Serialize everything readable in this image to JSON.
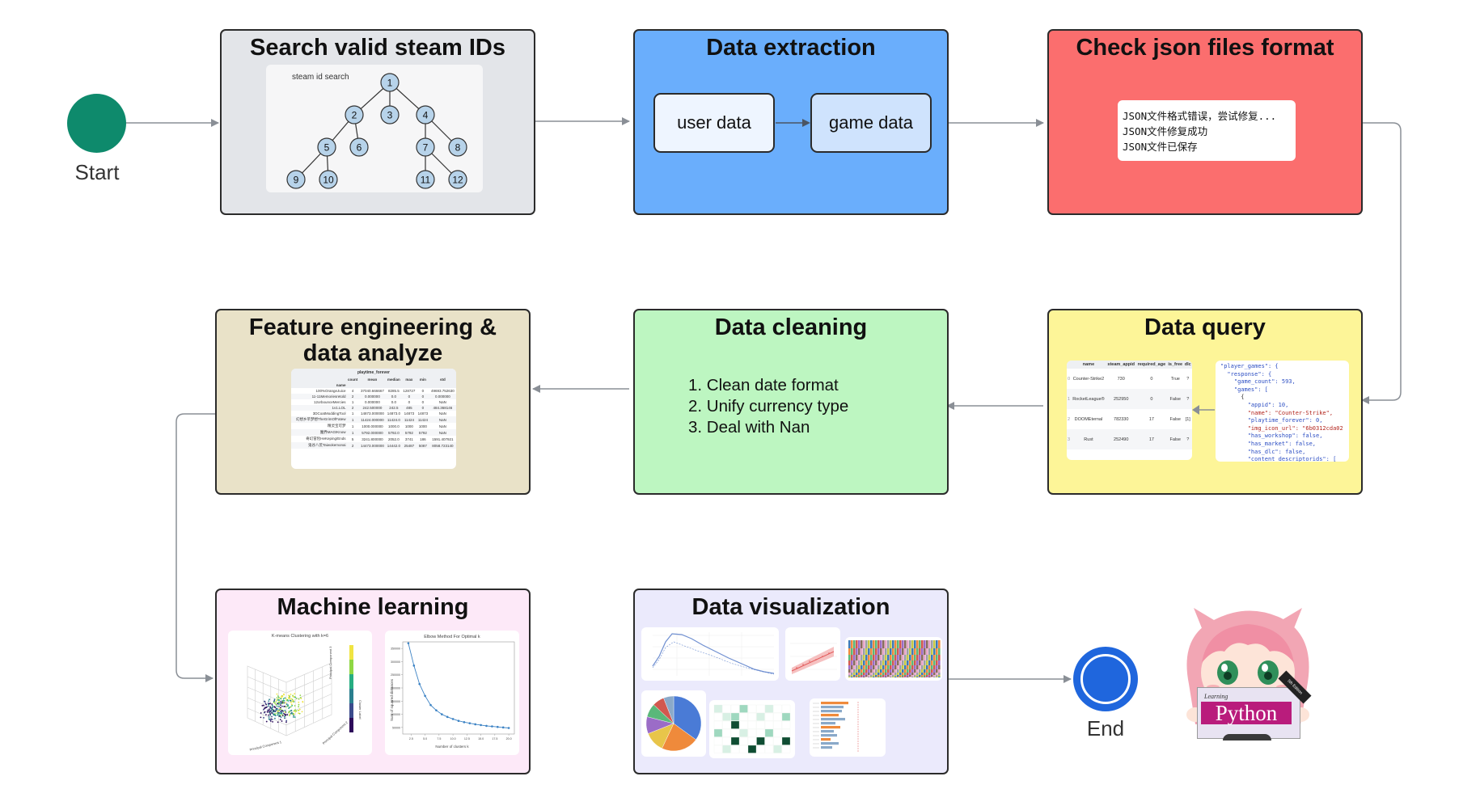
{
  "start": {
    "label": "Start",
    "color": "#0e8a6c"
  },
  "end": {
    "label": "End",
    "color": "#1f66dd"
  },
  "steps": {
    "search": {
      "title": "Search valid steam IDs",
      "tree_caption": "steam id search",
      "nodes": [
        "1",
        "2",
        "3",
        "4",
        "5",
        "6",
        "7",
        "8",
        "9",
        "10",
        "11",
        "12"
      ],
      "fill": "#e3e5e9"
    },
    "extraction": {
      "title": "Data extraction",
      "user": "user data",
      "game": "game data",
      "fill": "#6aaefc"
    },
    "check": {
      "title": "Check json files format",
      "lines": [
        "JSON文件格式错误，尝试修复...",
        "JSON文件修复成功",
        "JSON文件已保存"
      ],
      "fill": "#fb6e6e"
    },
    "query": {
      "title": "Data query",
      "table_headers": [
        "name",
        "steam_appid",
        "required_age",
        "is_free",
        "dlc"
      ],
      "table_rows": [
        [
          "Counter-Strike2",
          "730",
          "0",
          "True",
          "?"
        ],
        [
          "RocketLeague®",
          "252950",
          "0",
          "False",
          "?"
        ],
        [
          "DOOMEternal",
          "782330",
          "17",
          "False",
          "[1]"
        ],
        [
          "Rust",
          "252490",
          "17",
          "False",
          "?"
        ]
      ],
      "json_lines": [
        "\"player_games\": {",
        "  \"response\": {",
        "    \"game_count\": 593,",
        "    \"games\": [",
        "      {",
        "        \"appid\": 10,",
        "        \"name\": \"Counter-Strike\",",
        "        \"playtime_forever\": 0,",
        "        \"img_icon_url\": \"6b0312cda02",
        "        \"has_workshop\": false,",
        "        \"has_market\": false,",
        "        \"has_dlc\": false,",
        "        \"content_descriptorids\": ["
      ],
      "fill": "#fdf598"
    },
    "cleaning": {
      "title": "Data cleaning",
      "items": [
        "Clean date format",
        "Unify currency type",
        "Deal with Nan"
      ],
      "fill": "#bdf6c1"
    },
    "feature": {
      "title_line1": "Feature engineering &",
      "title_line2": "data analyze",
      "table_title": "playtime_forever",
      "table_headers": [
        "count",
        "mean",
        "median",
        "max",
        "min",
        "std"
      ],
      "index_label": "name",
      "rows": [
        [
          "100%OrangeJuice",
          "4",
          "37040.666667",
          "8285.5",
          "128727",
          "0",
          "49693.752630"
        ],
        [
          "11-11Memoriesretold",
          "2",
          "0.000000",
          "0.0",
          "0",
          "0",
          "0.000000"
        ],
        [
          "12orbounceMercies",
          "1",
          "0.000000",
          "0.0",
          "0",
          "0",
          "NaN"
        ],
        [
          "1v1.LOL",
          "2",
          "242.500000",
          "242.5",
          "485",
          "0",
          "484.368146"
        ],
        [
          "3DCoatModdingTool",
          "1",
          "14873.000000",
          "14873.0",
          "14873",
          "14873",
          "NaN"
        ],
        [
          "幻想乡萃梦想TheGrimOfFatew",
          "1",
          "11424.000000",
          "11424.0",
          "11424",
          "11424",
          "NaN"
        ],
        [
          "精灵宝可梦",
          "1",
          "1000.000000",
          "1000.0",
          "1000",
          "1000",
          "NaN"
        ],
        [
          "魔界MAGIKnow",
          "1",
          "5792.000000",
          "5792.0",
          "5792",
          "5792",
          "NaN"
        ],
        [
          "奇幻冒险HeKeping/Ends",
          "5",
          "3241.800000",
          "2052.0",
          "3741",
          "186",
          "1591.407921"
        ],
        [
          "鬼谷八荒Taiwokemonai",
          "2",
          "14473.000000",
          "14442.0",
          "25487",
          "5087",
          "8058.723140"
        ]
      ],
      "fill": "#e9e2c8"
    },
    "ml": {
      "title": "Machine learning",
      "plot1_title": "K-means Clustering with k=6",
      "plot1_axis_label": "Principal Component 3",
      "plot1_x_label": "Principal Component 1",
      "plot1_y_label": "Principal Component 2",
      "plot2_title": "Elbow Method For Optimal k",
      "plot2_xlabel": "Number of clusters k",
      "plot2_ylabel": "Sum of squared distances",
      "plot2_yticks": [
        "350000",
        "300000",
        "250000",
        "200000",
        "150000",
        "100000",
        "50000"
      ],
      "plot2_xticks": [
        "2.5",
        "5.0",
        "7.5",
        "10.0",
        "12.5",
        "15.0",
        "17.5",
        "20.0"
      ],
      "plot3d_colorbar_label": "Cluster Label",
      "fill": "#fde9f8"
    },
    "viz": {
      "title": "Data visualization",
      "fill": "#ebeafc"
    }
  },
  "python_book": {
    "label": "Python",
    "subtitle": "Learning",
    "banner": "5th Edition"
  },
  "colors": {
    "arrow": "#8a8f96",
    "border": "#2b2b2b"
  },
  "chart_data": [
    {
      "type": "line",
      "title": "Elbow Method For Optimal k",
      "xlabel": "Number of clusters k",
      "ylabel": "Sum of squared distances",
      "x": [
        2,
        3,
        4,
        5,
        6,
        7,
        8,
        9,
        10,
        11,
        12,
        13,
        14,
        15,
        16,
        17,
        18,
        19,
        20
      ],
      "values": [
        370000,
        285000,
        215000,
        170000,
        135000,
        115000,
        100000,
        90000,
        82000,
        75000,
        70000,
        66000,
        62000,
        59000,
        56000,
        54000,
        52000,
        50000,
        48000
      ],
      "ylim": [
        25000,
        375000
      ],
      "xlim": [
        1,
        21
      ]
    },
    {
      "type": "pie",
      "values": [
        35,
        22,
        12,
        10,
        8,
        7,
        6
      ],
      "colors": [
        "#4a7bd6",
        "#ef8a3b",
        "#e8c54a",
        "#9b6cc7",
        "#5ab87a",
        "#d2584f",
        "#8aa9c9"
      ]
    }
  ]
}
